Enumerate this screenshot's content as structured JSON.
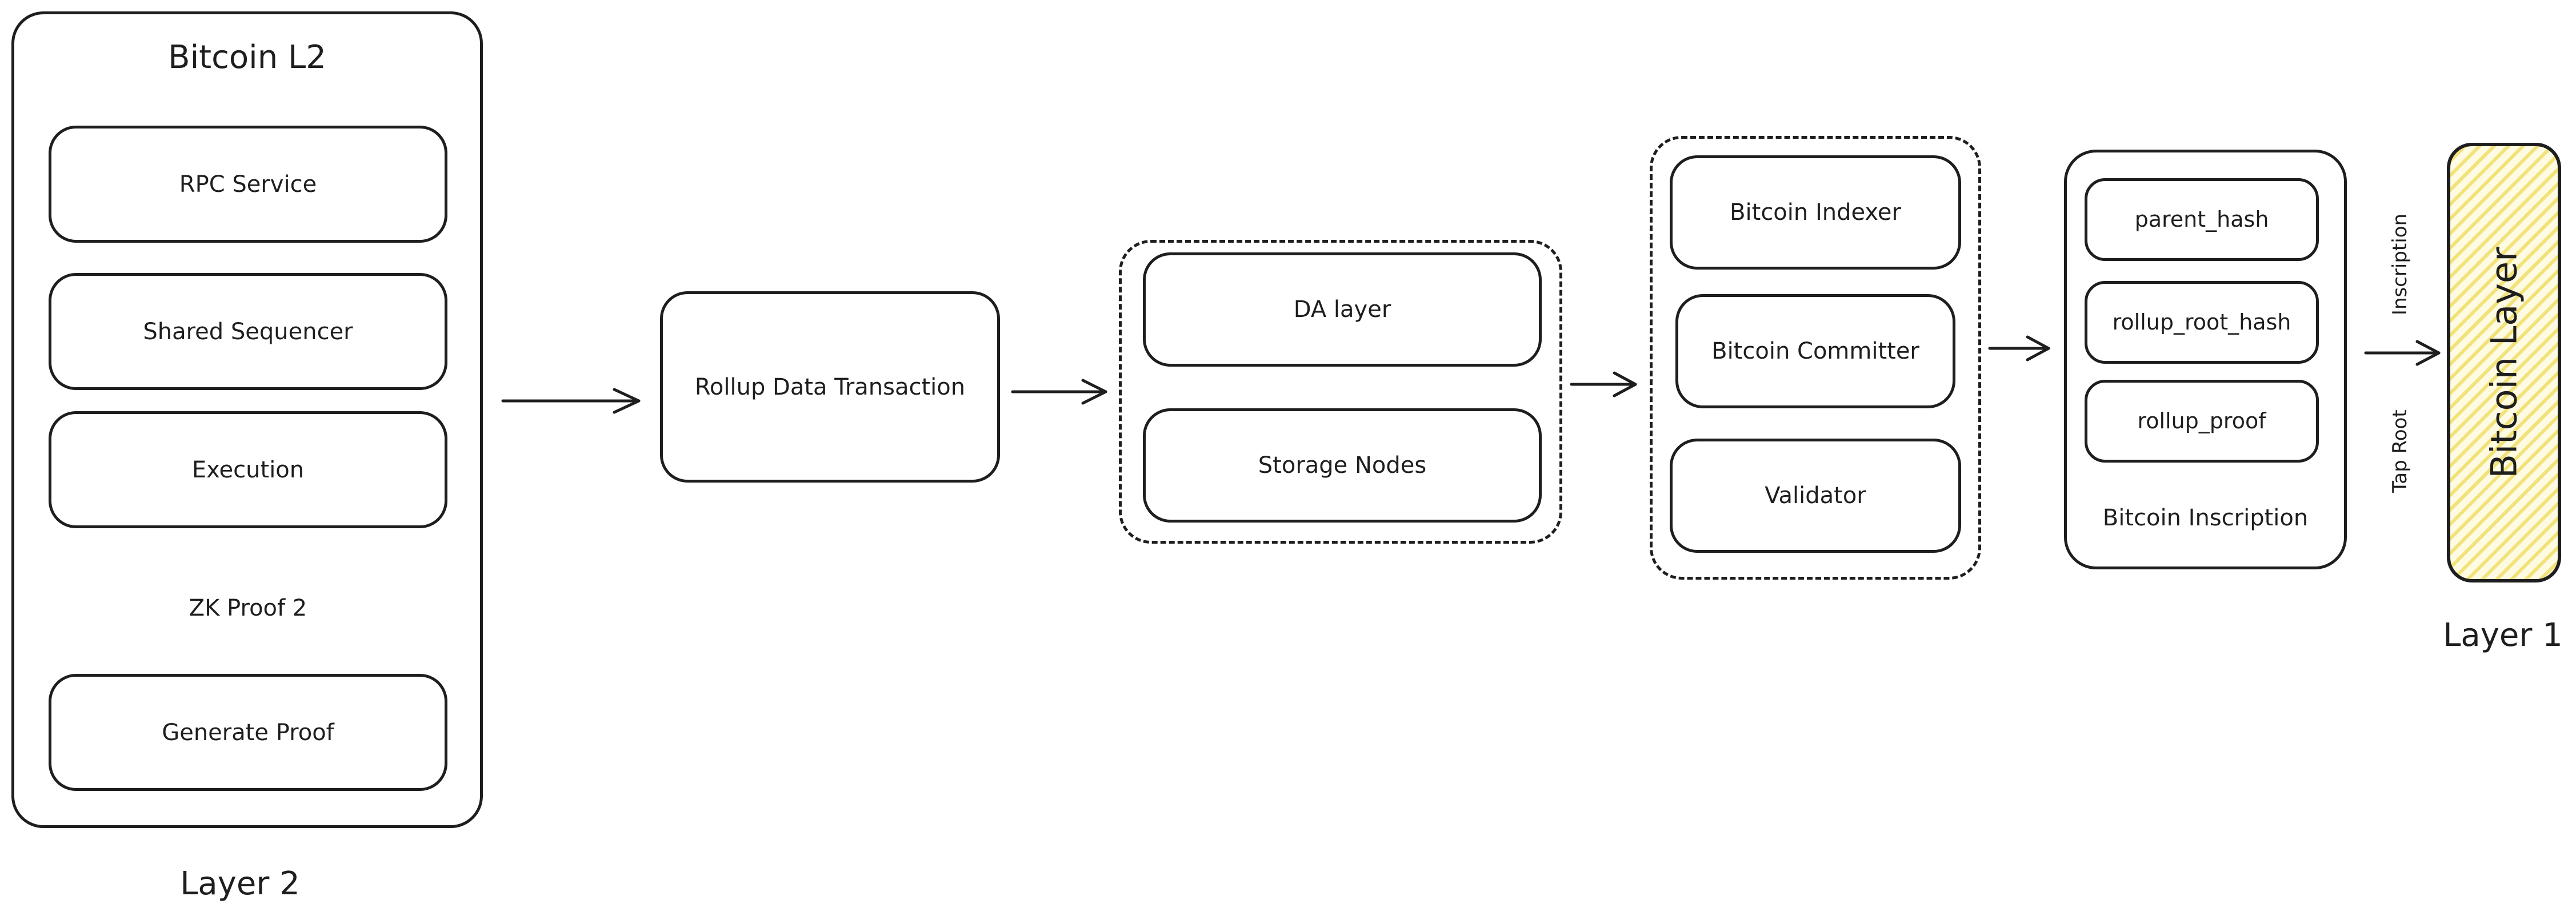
{
  "layer2": {
    "title": "Bitcoin L2",
    "caption": "Layer 2",
    "items": {
      "rpc": "RPC Service",
      "sequencer": "Shared Sequencer",
      "execution": "Execution",
      "zk_label": "ZK Proof 2",
      "generate": "Generate Proof"
    }
  },
  "rollup": {
    "label": "Rollup Data Transaction"
  },
  "da_group": {
    "items": {
      "da_layer": "DA layer",
      "storage": "Storage Nodes"
    }
  },
  "bitcoin_group": {
    "items": {
      "indexer": "Bitcoin Indexer",
      "committer": "Bitcoin Committer",
      "validator": "Validator"
    }
  },
  "inscription_group": {
    "items": {
      "parent_hash": "parent_hash",
      "rollup_root_hash": "rollup_root_hash",
      "rollup_proof": "rollup_proof"
    },
    "title": "Bitcoin Inscription"
  },
  "edge_labels": {
    "inscription": "Inscription",
    "tap_root": "Tap Root"
  },
  "layer1": {
    "box_label": "Bitcoin Layer",
    "caption": "Layer 1"
  }
}
